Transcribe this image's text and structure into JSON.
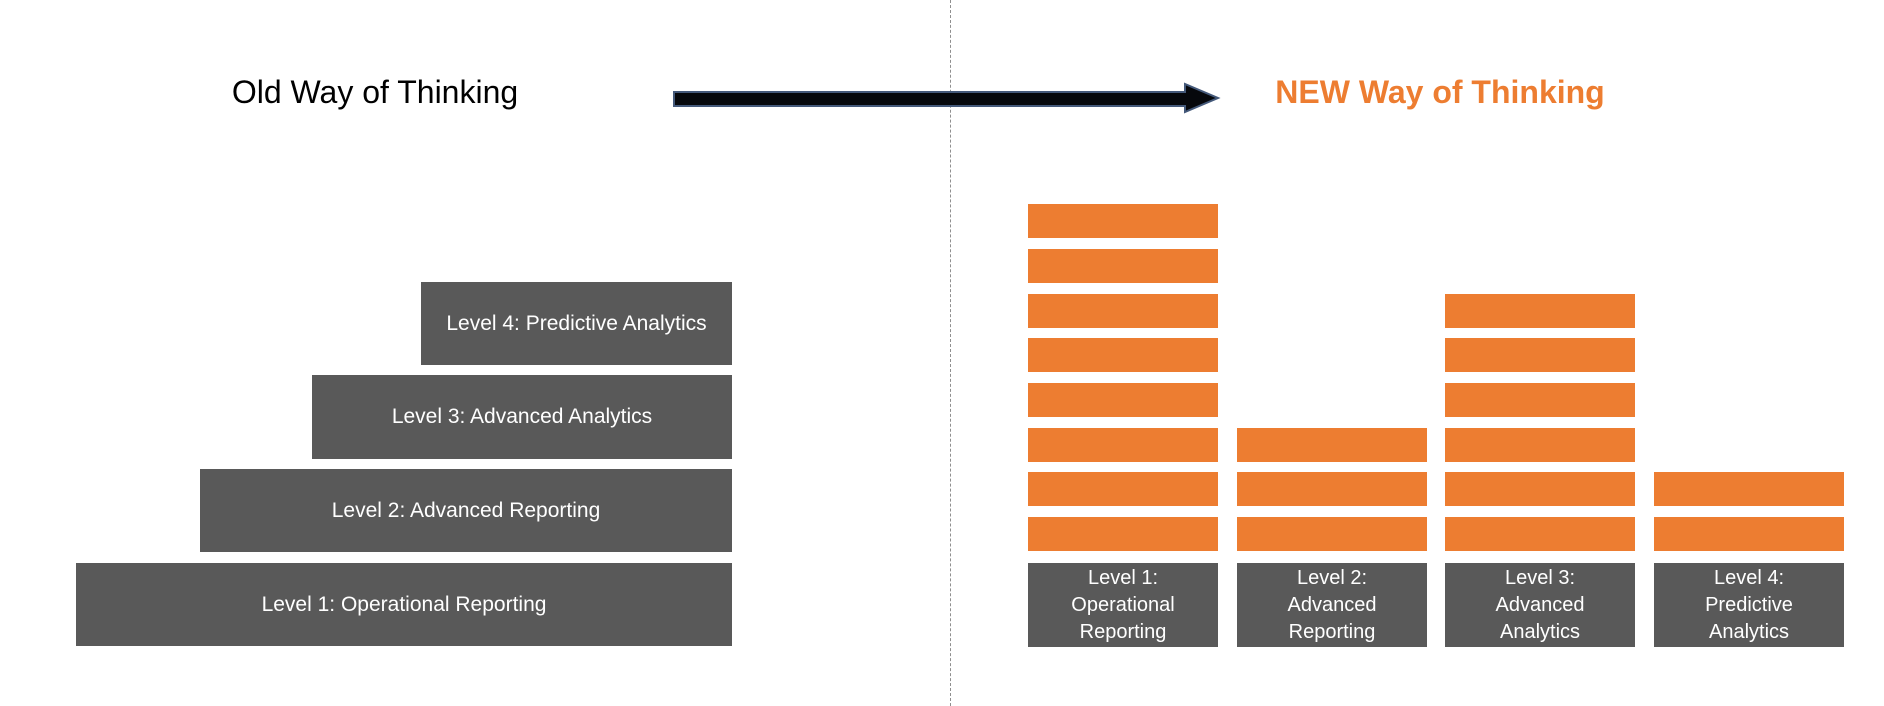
{
  "old": {
    "title": "Old Way of Thinking",
    "levels": [
      {
        "label": "Level 4: Predictive Analytics"
      },
      {
        "label": "Level 3: Advanced Analytics"
      },
      {
        "label": "Level 2: Advanced Reporting"
      },
      {
        "label": "Level 1: Operational Reporting"
      }
    ]
  },
  "new": {
    "title": "NEW Way of Thinking",
    "columns": [
      {
        "label_lines": [
          "Level 1:",
          "Operational",
          "Reporting"
        ],
        "bar_count": 8
      },
      {
        "label_lines": [
          "Level 2:",
          "Advanced",
          "Reporting"
        ],
        "bar_count": 3
      },
      {
        "label_lines": [
          "Level 3:",
          "Advanced",
          "Analytics"
        ],
        "bar_count": 6
      },
      {
        "label_lines": [
          "Level 4:",
          "Predictive",
          "Analytics"
        ],
        "bar_count": 2
      }
    ]
  },
  "chart_data": {
    "type": "bar",
    "categories": [
      "Level 1: Operational Reporting",
      "Level 2: Advanced Reporting",
      "Level 3: Advanced Analytics",
      "Level 4: Predictive Analytics"
    ],
    "values": [
      8,
      3,
      6,
      2
    ],
    "title": "NEW Way of Thinking",
    "note": "bar heights shown as stacked segment counts per level"
  },
  "colors": {
    "orange": "#ED7D31",
    "dark_gray": "#595959",
    "arrow_fill": "#06080C",
    "arrow_outline": "#44597A",
    "divider_gray": "#8F8F8F",
    "title_black": "#000000"
  }
}
